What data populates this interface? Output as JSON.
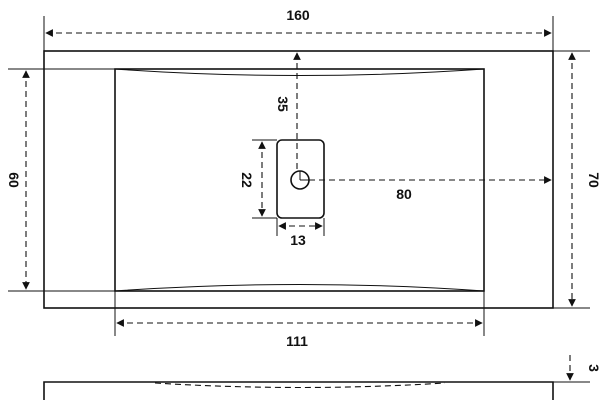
{
  "dimensions": {
    "overall_width": "160",
    "basin_width": "111",
    "overall_depth": "70",
    "basin_depth": "60",
    "drain_to_edge": "35",
    "drain_to_side": "80",
    "drain_height": "22",
    "drain_width": "13",
    "thickness": "3"
  }
}
